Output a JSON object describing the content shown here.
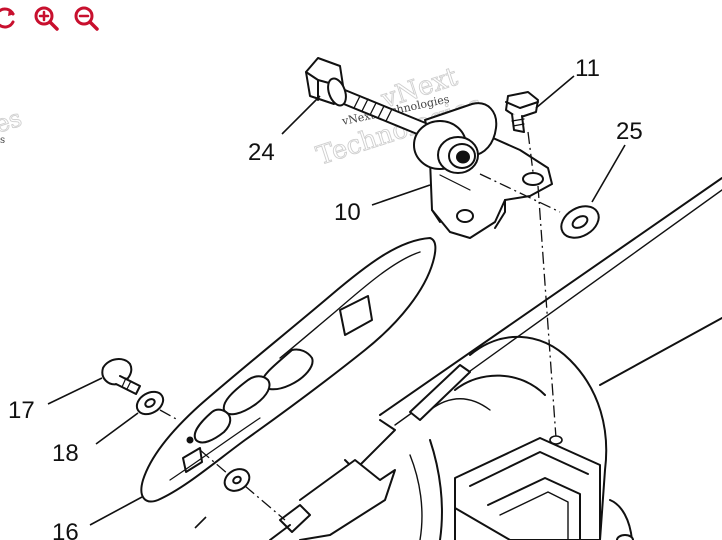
{
  "toolbar": {
    "rotate_icon": "rotate-icon",
    "zoom_in_icon": "zoom-in-icon",
    "zoom_out_icon": "zoom-out-icon",
    "accent_color": "#c8102e"
  },
  "diagram": {
    "callouts": [
      {
        "id": "c24",
        "label": "24"
      },
      {
        "id": "c11",
        "label": "11"
      },
      {
        "id": "c25",
        "label": "25"
      },
      {
        "id": "c10",
        "label": "10"
      },
      {
        "id": "c17",
        "label": "17"
      },
      {
        "id": "c18",
        "label": "18"
      },
      {
        "id": "c16",
        "label": "16"
      }
    ],
    "watermark": {
      "line1": "vNext",
      "line2": "Technologies",
      "small": "vNext Technologies",
      "left_partial": "es",
      "left_partial_small": "s"
    }
  }
}
